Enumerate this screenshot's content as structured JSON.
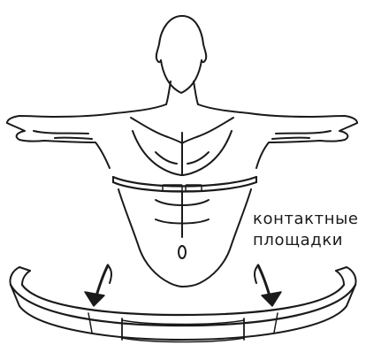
{
  "callout": {
    "line1": "контактные",
    "line2": "площадки"
  },
  "colors": {
    "stroke": "#1a1a1a",
    "background": "#ffffff"
  },
  "figure": {
    "subject": "torso-with-chest-strap",
    "icons": [
      "left-arrow-icon",
      "right-arrow-icon"
    ]
  }
}
